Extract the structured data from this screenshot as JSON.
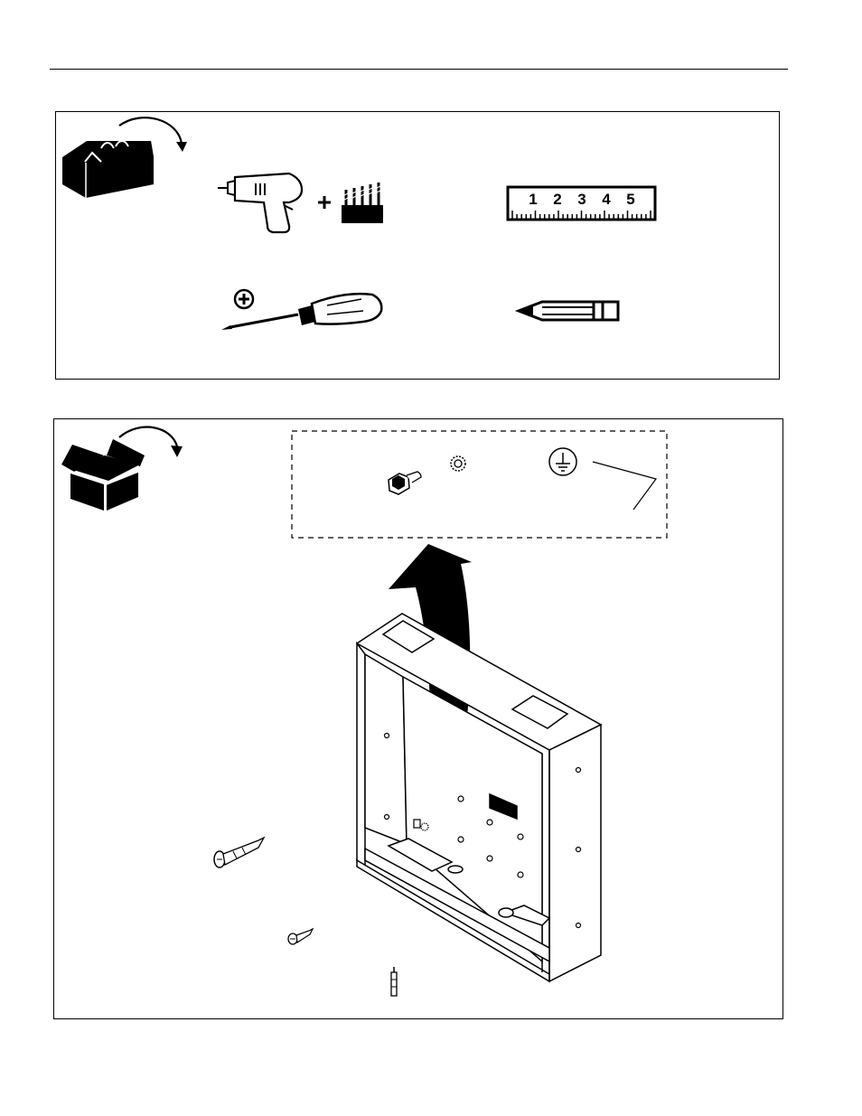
{
  "tools_section": {
    "icon": "toolbox-icon",
    "tools": [
      {
        "name": "drill-icon"
      },
      {
        "name": "drill-bits-icon"
      },
      {
        "name": "ruler-icon",
        "numbers": [
          "1",
          "2",
          "3",
          "4",
          "5"
        ]
      },
      {
        "name": "phillips-screwdriver-icon"
      },
      {
        "name": "pencil-icon"
      }
    ]
  },
  "parts_section": {
    "icon": "open-box-icon",
    "parts": [
      {
        "name": "ground-nut-icon"
      },
      {
        "name": "star-washer-icon"
      },
      {
        "name": "ground-symbol-icon"
      },
      {
        "name": "wall-box-icon"
      },
      {
        "name": "wall-anchor-icon"
      },
      {
        "name": "wood-screw-icon"
      },
      {
        "name": "screwdriver-bit-icon"
      }
    ]
  }
}
